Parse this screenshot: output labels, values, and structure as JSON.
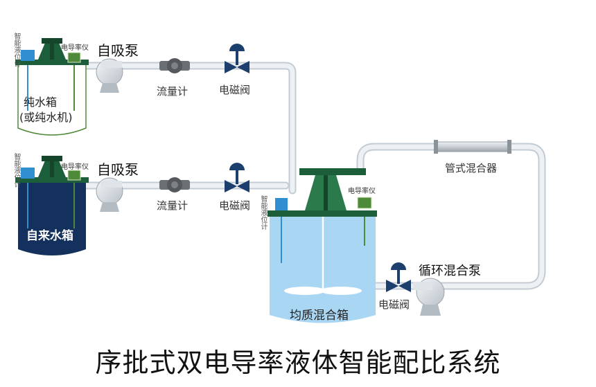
{
  "title": "序批式双电导率液体智能配比系统",
  "colors": {
    "pipe": "#e9edf1",
    "pipe_edge": "#c3cbd3",
    "tank_navy": "#13315c",
    "tank_light": "#a9d6f2",
    "agitator": "#1d5e3a",
    "level_meter": "#2f8fd0",
    "conductivity": "#4f8a3a"
  },
  "top_line": {
    "level_meter": "智能液位计",
    "conductivity": "电导率仪",
    "pump": "自吸泵",
    "flowmeter": "流量计",
    "valve": "电磁阀",
    "tank_line1": "纯水箱",
    "tank_line2": "(或纯水机)"
  },
  "bottom_line": {
    "level_meter": "智能液位计",
    "conductivity": "电导率仪",
    "pump": "自吸泵",
    "flowmeter": "流量计",
    "valve": "电磁阀",
    "tank": "自来水箱"
  },
  "mixer": {
    "level_meter": "智能液位计",
    "conductivity": "电导率仪",
    "tank": "均质混合箱",
    "pipe_mixer": "管式混合器",
    "circ_pump": "循环混合泵",
    "valve": "电磁阀"
  }
}
